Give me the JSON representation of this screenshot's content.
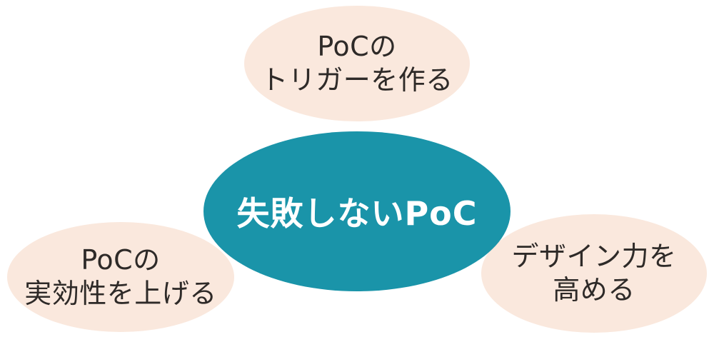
{
  "diagram": {
    "background_color": "#FFFFFF",
    "center": {
      "label": "失敗しないPoC",
      "bg_color": "#1A94A9",
      "text_color": "#FFFFFF"
    },
    "satellites": [
      {
        "id": "poc-trigger",
        "lines": [
          "PoCの",
          "トリガーを作る"
        ]
      },
      {
        "id": "poc-effectiveness",
        "lines": [
          "PoCの",
          "実効性を上げる"
        ]
      },
      {
        "id": "design-skill",
        "lines": [
          "デザイン力を",
          "高める"
        ]
      }
    ],
    "satellite_bg_color": "#FAE8DD",
    "satellite_text_color": "#2E2A28"
  }
}
